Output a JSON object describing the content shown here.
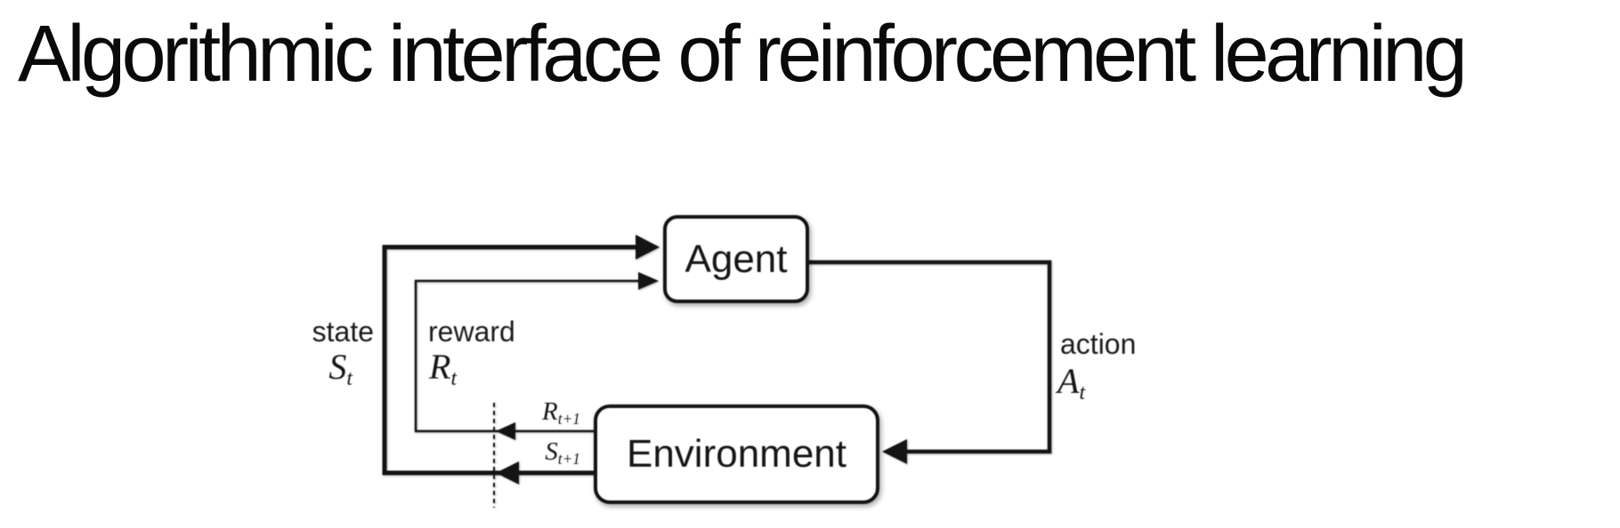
{
  "title": "Algorithmic interface of reinforcement learning",
  "diagram": {
    "agent_label": "Agent",
    "environment_label": "Environment",
    "state_word": "state",
    "state_symbol": "S",
    "state_subscript": "t",
    "reward_word": "reward",
    "reward_symbol": "R",
    "reward_subscript": "t",
    "action_word": "action",
    "action_symbol": "A",
    "action_subscript": "t",
    "next_reward_symbol": "R",
    "next_reward_subscript": "t+1",
    "next_state_symbol": "S",
    "next_state_subscript": "t+1",
    "colors": {
      "ink": "#141414",
      "background": "#ffffff"
    }
  }
}
